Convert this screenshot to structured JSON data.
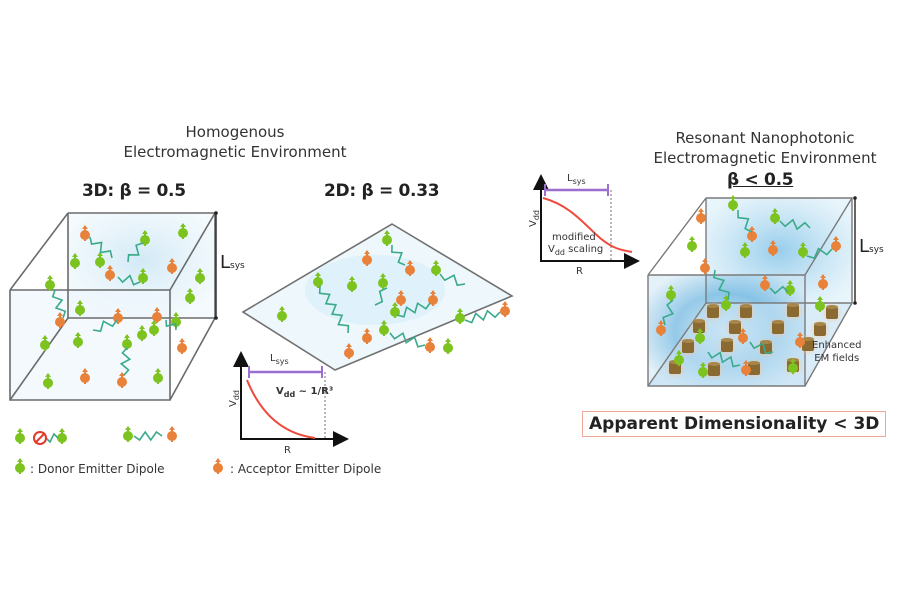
{
  "left_panel": {
    "title_line1": "Homogenous",
    "title_line2": "Electromagnetic Environment",
    "cube_3d": {
      "label": "3D: β = 0.5",
      "length_label": "L",
      "length_sub": "sys"
    },
    "plane_2d": {
      "label": "2D: β = 0.33"
    },
    "inset_plot": {
      "y_axis": "V",
      "y_sub": "dd",
      "x_axis": "R",
      "bar_label": "L",
      "bar_sub": "sys",
      "curve_label": "V",
      "curve_sub": "dd",
      "curve_formula": " ~ 1/R³"
    }
  },
  "right_panel": {
    "title_line1": "Resonant Nanophotonic",
    "title_line2": "Electromagnetic Environment",
    "beta_label": "β < 0.5",
    "length_label": "L",
    "length_sub": "sys",
    "enhanced_line1": "Enhanced",
    "enhanced_line2": "EM fields",
    "inset_plot": {
      "y_axis": "V",
      "y_sub": "dd",
      "x_axis": "R",
      "bar_label": "L",
      "bar_sub": "sys",
      "note_line1": "modified",
      "note_v": "V",
      "note_sub": "dd",
      "note_line2": " scaling"
    },
    "conclusion": "Apparent Dimensionality < 3D"
  },
  "legend": {
    "donor": ": Donor Emitter Dipole",
    "acceptor": ": Acceptor Emitter Dipole"
  },
  "colors": {
    "donor": "#7cc31f",
    "acceptor": "#e8823a",
    "coupling": "#3aaa8a",
    "curve": "#ee4a3c",
    "bar": "#9b6fd0",
    "pillar": "#8a6a30",
    "frame": "#666666",
    "box_border": "#f0a898"
  }
}
